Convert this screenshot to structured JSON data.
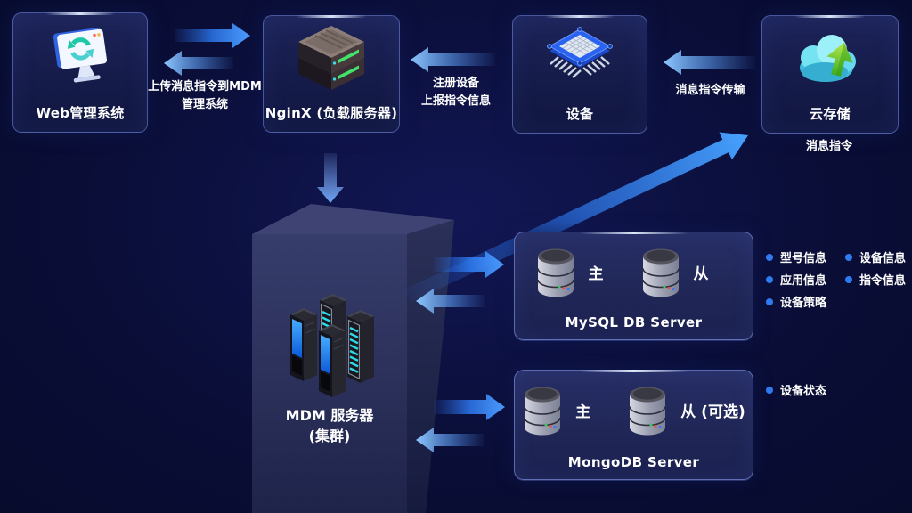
{
  "nodes": {
    "web": {
      "label": "Web管理系统"
    },
    "nginx": {
      "label": "NginX (负载服务器)"
    },
    "device": {
      "label": "设备"
    },
    "cloud": {
      "label": "云存储",
      "note": "消息指令"
    }
  },
  "edges": {
    "web_nginx": {
      "line1": "上传消息指令到MDM",
      "line2": "管理系统"
    },
    "device_nginx": {
      "line1": "注册设备",
      "line2": "上报指令信息"
    },
    "cloud_device": {
      "line1": "消息指令传输"
    }
  },
  "mdm": {
    "line1": "MDM 服务器",
    "line2": "(集群)"
  },
  "db": {
    "mysql": {
      "title": "MySQL DB Server",
      "primary": "主",
      "secondary": "从",
      "bullets_a": [
        "型号信息",
        "应用信息",
        "设备策略"
      ],
      "bullets_b": [
        "设备信息",
        "指令信息"
      ]
    },
    "mongo": {
      "title": "MongoDB Server",
      "primary": "主",
      "secondary": "从 (可选)",
      "bullets_a": [
        "设备状态"
      ]
    }
  },
  "icons": {
    "web": "monitor-sync-icon",
    "nginx": "server-stack-icon",
    "device": "cpu-chip-icon",
    "cloud": "cloud-upload-icon",
    "mdm": "server-cluster-icon",
    "db": "database-cylinder-icon"
  },
  "colors": {
    "background": "#0a0e38",
    "box_border": "#7c8fdd",
    "arrow_blue": "#3f8df8",
    "arrow_light": "#8fc8ff",
    "bullet_dot": "#2e7bf0",
    "panel_blue": "#1e7cf0",
    "led_teal": "#2fd9e8",
    "led_green": "#43e36b"
  }
}
